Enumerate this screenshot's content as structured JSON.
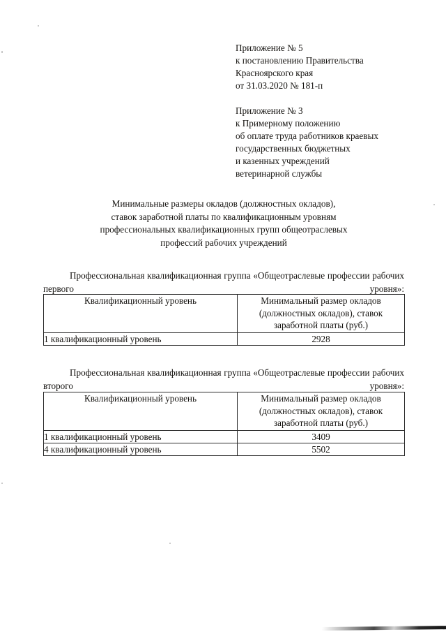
{
  "document": {
    "header_blocks": [
      {
        "lines": [
          "Приложение № 5",
          "к постановлению Правительства",
          "Красноярского края",
          "от 31.03.2020 № 181-п"
        ]
      },
      {
        "lines": [
          "Приложение № 3",
          "к Примерному положению",
          "об оплате труда работников краевых",
          "государственных бюджетных",
          "и казенных учреждений",
          "ветеринарной службы"
        ]
      }
    ],
    "title_lines": [
      "Минимальные размеры окладов (должностных окладов),",
      "ставок заработной платы по квалификационным уровням",
      "профессиональных квалификационных групп общеотраслевых",
      "профессий рабочих учреждений"
    ],
    "sections": [
      {
        "paragraph": "Профессиональная квалификационная группа «Общеотраслевые профессии рабочих первого уровня»:",
        "table": {
          "columns": [
            "Квалификационный уровень",
            "Минимальный размер окладов (должностных окладов), ставок заработной платы (руб.)"
          ],
          "column2_lines": [
            "Минимальный размер окладов",
            "(должностных окладов), ставок",
            "заработной платы (руб.)"
          ],
          "rows": [
            {
              "level": "1 квалификационный уровень",
              "value": "2928"
            }
          ]
        }
      },
      {
        "paragraph": "Профессиональная квалификационная группа «Общеотраслевые профессии рабочих второго уровня»:",
        "table": {
          "columns": [
            "Квалификационный уровень",
            "Минимальный размер окладов (должностных окладов), ставок заработной платы (руб.)"
          ],
          "column2_lines": [
            "Минимальный размер окладов",
            "(должностных окладов), ставок",
            "заработной платы (руб.)"
          ],
          "rows": [
            {
              "level": "1 квалификационный уровень",
              "value": "3409"
            },
            {
              "level": "4 квалификационный уровень",
              "value": "5502"
            }
          ]
        }
      }
    ]
  }
}
